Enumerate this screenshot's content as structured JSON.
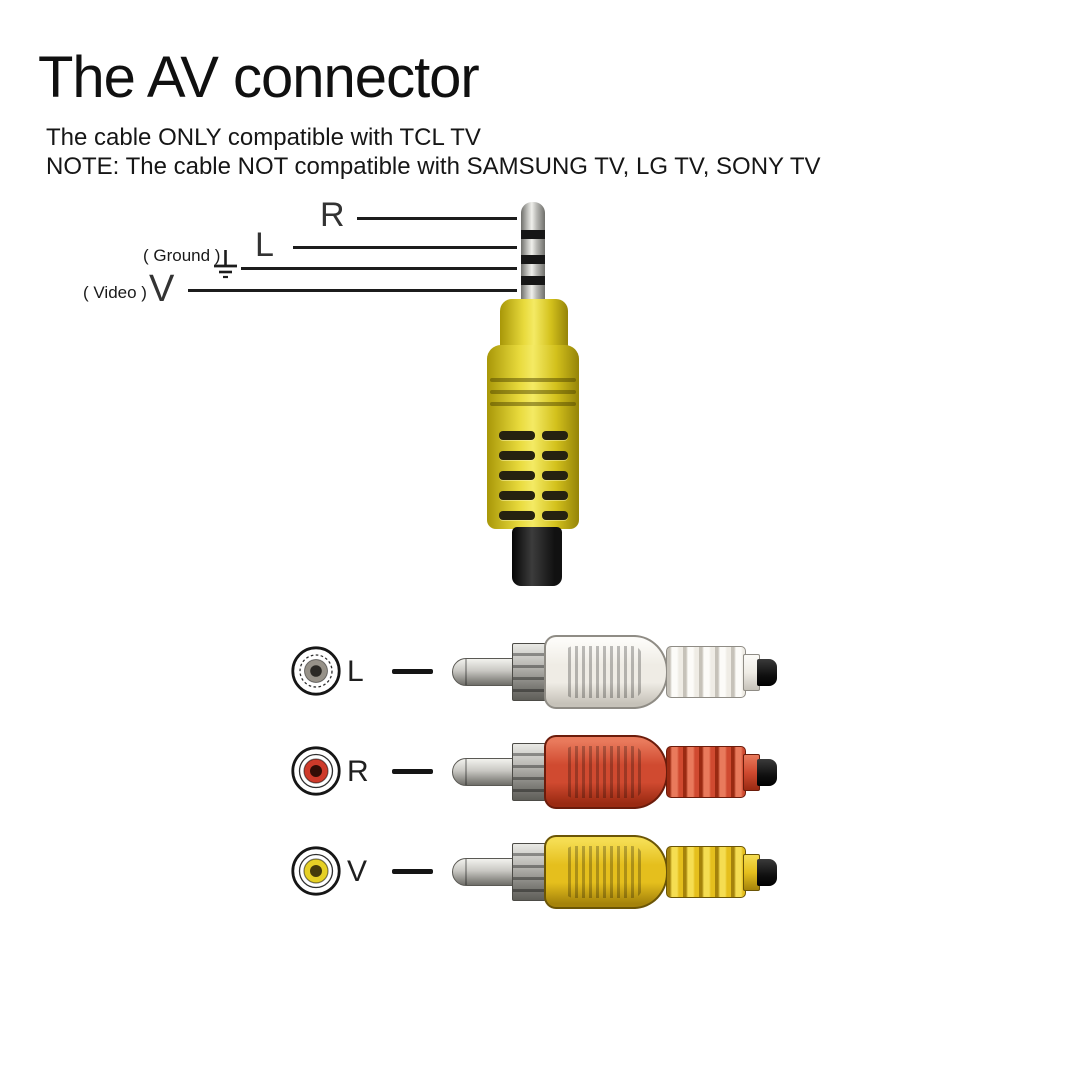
{
  "header": {
    "title": "The AV connector",
    "subtitle_line1": "The cable ONLY compatible with TCL TV",
    "subtitle_line2": "NOTE: The cable NOT compatible with SAMSUNG TV, LG TV, SONY TV"
  },
  "jack_diagram": {
    "pins": [
      {
        "label": "R"
      },
      {
        "label": "L"
      },
      {
        "annotation": "( Ground )",
        "icon": "ground-icon"
      },
      {
        "annotation": "( Video )",
        "label": "V"
      }
    ],
    "colors": {
      "plug_body_hex": "#e8d32e",
      "metal_hex": "#c9c9c5",
      "cable_hex": "#1c1c1c"
    }
  },
  "rca_section": {
    "rows": [
      {
        "label": "L",
        "color_name": "white",
        "color_hex": "#efece5"
      },
      {
        "label": "R",
        "color_name": "red",
        "color_hex": "#d04a30"
      },
      {
        "label": "V",
        "color_name": "yellow",
        "color_hex": "#e5bf1d"
      }
    ]
  }
}
